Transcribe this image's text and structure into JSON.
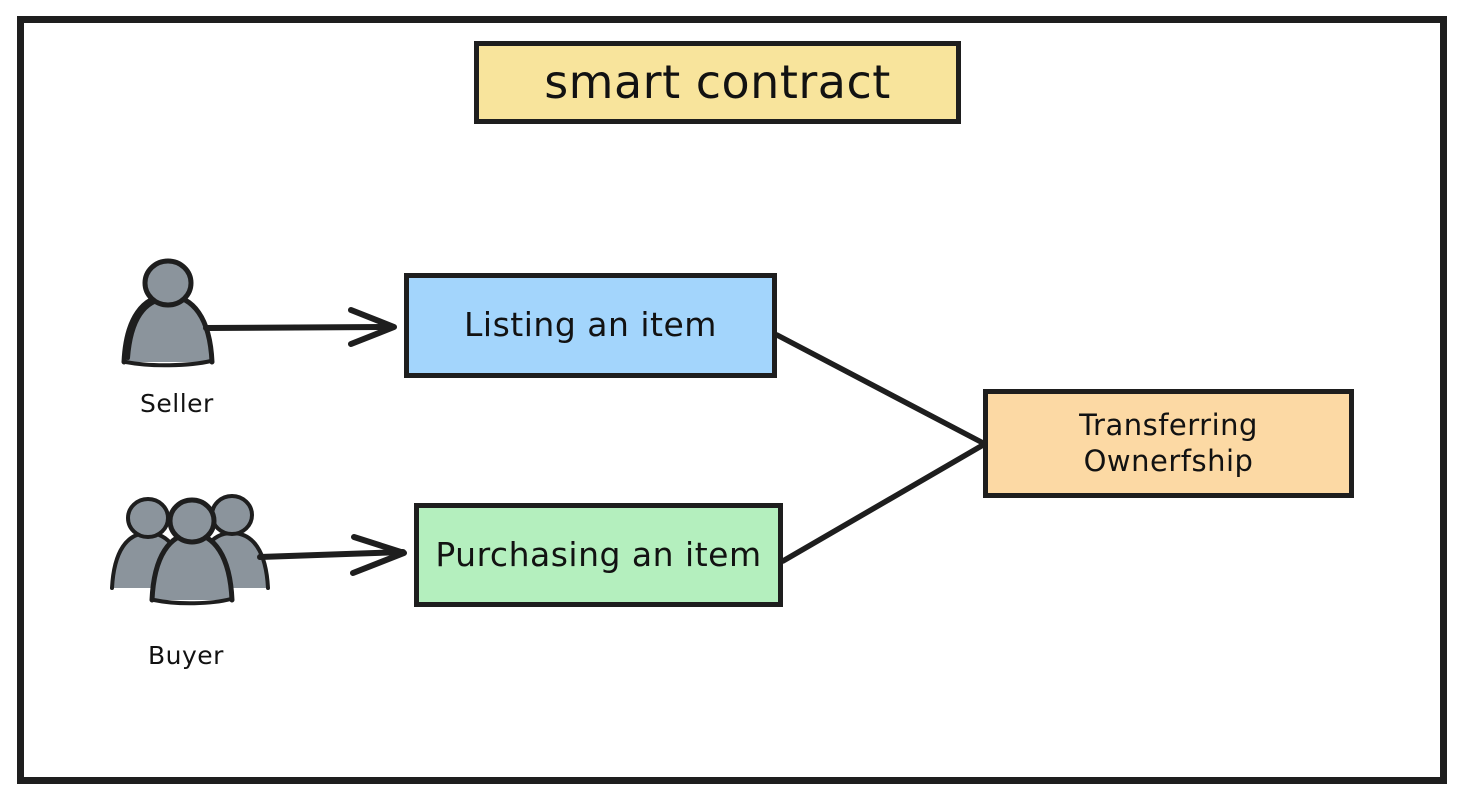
{
  "diagram": {
    "title_box": {
      "label": "smart contract",
      "color": "#f8e49c"
    },
    "actors": [
      {
        "id": "seller",
        "label": "Seller",
        "icon": "single-person-icon",
        "color": "#8b949c"
      },
      {
        "id": "buyer",
        "label": "Buyer",
        "icon": "group-of-people-icon",
        "color": "#8b949c"
      }
    ],
    "nodes": [
      {
        "id": "listing",
        "label": "Listing an item",
        "color": "#a3d5fc"
      },
      {
        "id": "purchasing",
        "label": "Purchasing an item",
        "color": "#b4efbe"
      },
      {
        "id": "transfer",
        "label": "Transferring\nOwnerfship",
        "color": "#fcd9a4"
      }
    ],
    "edges": [
      {
        "id": "seller-to-listing",
        "from": "seller",
        "to": "listing",
        "arrow": true,
        "label": ""
      },
      {
        "id": "buyer-to-purchasing",
        "from": "buyer",
        "to": "purchasing",
        "arrow": true,
        "label": ""
      },
      {
        "id": "listing-to-transfer",
        "from": "listing",
        "to": "transfer",
        "arrow": false,
        "label": ""
      },
      {
        "id": "purchasing-to-transfer",
        "from": "purchasing",
        "to": "transfer",
        "arrow": false,
        "label": ""
      }
    ],
    "frame": {
      "border_color": "#1e1e1e",
      "background": "#ffffff"
    }
  }
}
